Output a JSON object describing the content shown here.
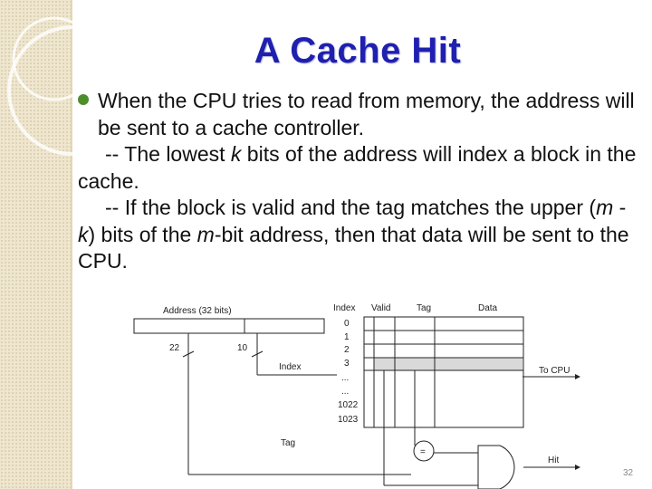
{
  "slide": {
    "title": "A Cache Hit",
    "bullet": "When the CPU tries to read from memory, the address will be sent to a cache controller.",
    "sub1_a": "-- The lowest ",
    "sub1_b": "k",
    "sub1_c": " bits of the address will index a block in the cache.",
    "sub2_a": "-- If the block is valid and the tag matches the upper (",
    "sub2_b": "m",
    "sub2_c": " - ",
    "sub2_d": "k",
    "sub2_e": ") bits of the ",
    "sub2_f": "m",
    "sub2_g": "-bit address, then that data will be sent to the CPU.",
    "page_number": "32"
  },
  "diagram": {
    "address_label": "Address (32 bits)",
    "tag_bits": "22",
    "index_bits": "10",
    "index_label": "Index",
    "tag_label": "Tag",
    "headers": {
      "index": "Index",
      "valid": "Valid",
      "tag": "Tag",
      "data": "Data"
    },
    "rows": [
      "0",
      "1",
      "2",
      "3",
      "...",
      "...",
      "1022",
      "1023"
    ],
    "comparator": "=",
    "to_cpu": "To CPU",
    "hit": "Hit"
  },
  "colors": {
    "title": "#1f1fb0",
    "bullet": "#4d8e2c",
    "band": "#efe6cf"
  }
}
